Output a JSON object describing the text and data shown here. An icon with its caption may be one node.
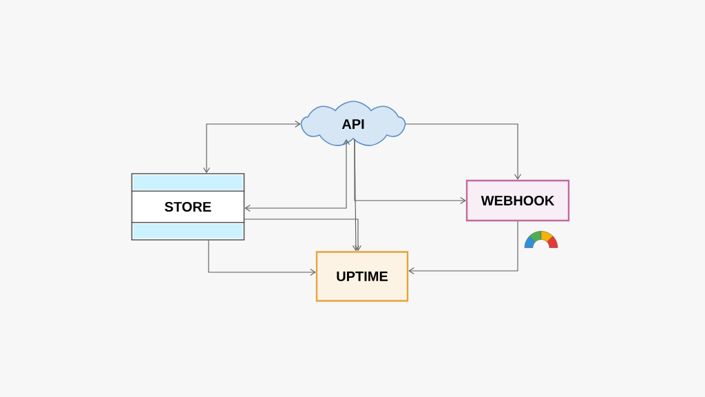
{
  "diagram": {
    "nodes": [
      {
        "text": [
          "API"
        ]
      },
      {
        "text": [
          "STORE"
        ]
      },
      {
        "text": [
          "WEBHOOK"
        ]
      },
      {
        "text": [
          "UPTIME"
        ]
      }
    ],
    "edges": [
      {
        "from": 1,
        "to": 0,
        "arrow": "both"
      },
      {
        "from": 0,
        "to": 2,
        "arrow": "to"
      },
      {
        "from": 1,
        "to": 0,
        "arrow": "both"
      },
      {
        "from": 0,
        "to": 2,
        "arrow": "to"
      },
      {
        "from": 0,
        "to": 3,
        "arrow": "to"
      },
      {
        "from": 1,
        "to": 3,
        "arrow": "to"
      },
      {
        "from": 1,
        "to": 3,
        "arrow": "to"
      },
      {
        "from": 2,
        "to": 3,
        "arrow": "to"
      }
    ]
  }
}
